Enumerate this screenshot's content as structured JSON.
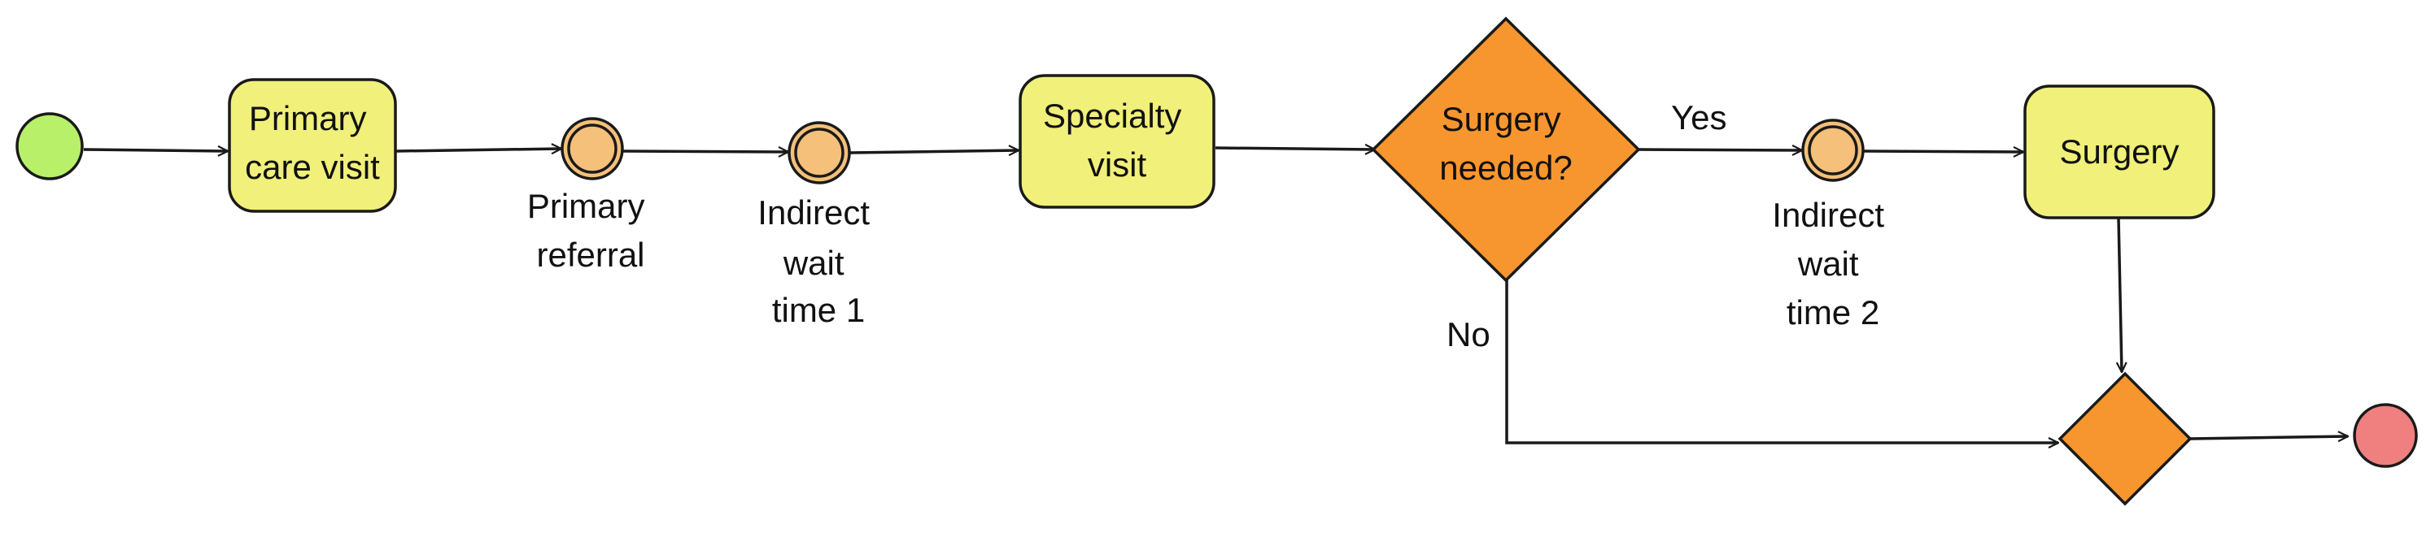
{
  "colors": {
    "start_event": "#b8f06a",
    "end_event": "#f08080",
    "intermediate_event": "#f5c07a",
    "task": "#f0f07a",
    "gateway": "#f7962e",
    "stroke": "#1a1a1a"
  },
  "tasks": {
    "primary_care_visit": [
      "Primary",
      "care visit"
    ],
    "specialty_visit": [
      "Specialty",
      "visit"
    ],
    "surgery": [
      "Surgery"
    ]
  },
  "events": {
    "primary_referral": [
      "Primary",
      "referral"
    ],
    "indirect_wait_time_1": [
      "Indirect",
      "wait",
      "time 1"
    ],
    "indirect_wait_time_2": [
      "Indirect",
      "wait",
      "time 2"
    ]
  },
  "gateways": {
    "surgery_needed": [
      "Surgery",
      "needed?"
    ]
  },
  "flows": {
    "yes_label": "Yes",
    "no_label": "No"
  }
}
